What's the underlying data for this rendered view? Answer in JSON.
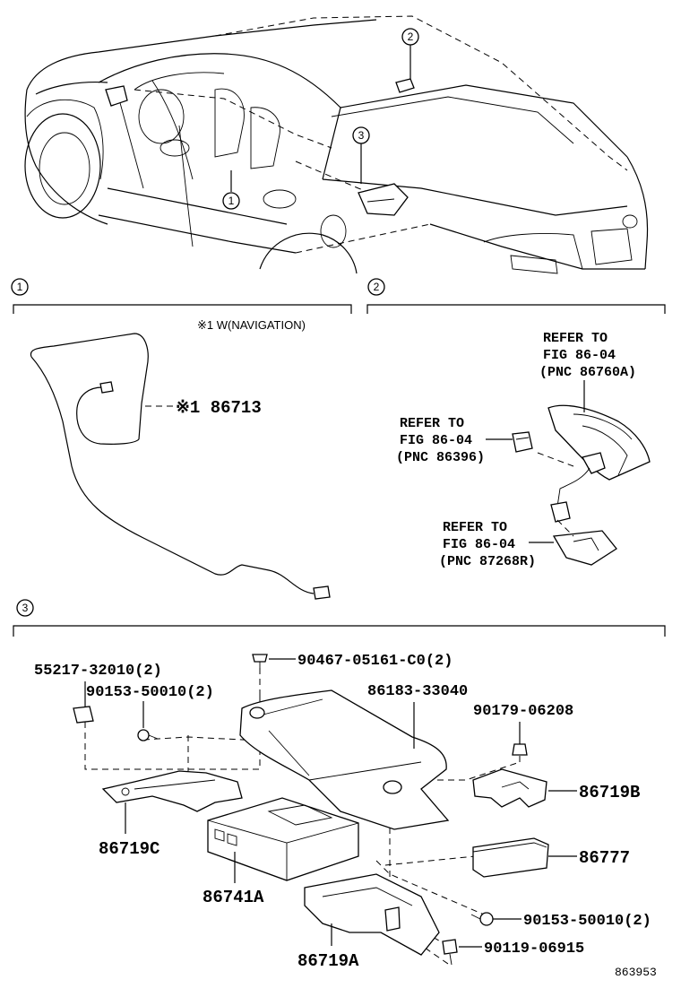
{
  "overview": {
    "callouts": [
      {
        "id": "circle-2",
        "text": "2"
      },
      {
        "id": "circle-3",
        "text": "3"
      },
      {
        "id": "circle-1",
        "text": "1"
      }
    ]
  },
  "sections": [
    {
      "id": "section-1",
      "number": "1"
    },
    {
      "id": "section-2",
      "number": "2"
    },
    {
      "id": "section-3",
      "number": "3"
    }
  ],
  "section1": {
    "note": "※1  W(NAVIGATION)",
    "part": "※1 86713"
  },
  "section2": {
    "refs": [
      {
        "line1": "REFER TO",
        "line2": "FIG 86-04",
        "line3": "(PNC 86760A)"
      },
      {
        "line1": "REFER TO",
        "line2": "FIG 86-04",
        "line3": "(PNC 86396)"
      },
      {
        "line1": "REFER TO",
        "line2": "FIG 86-04",
        "line3": "(PNC 87268R)"
      }
    ]
  },
  "section3": {
    "parts": {
      "p55217": "55217-32010(2)",
      "p90153a": "90153-50010(2)",
      "p90467": "90467-05161-C0(2)",
      "p86183": "86183-33040",
      "p90179": "90179-06208",
      "p86719B": "86719B",
      "p86719C": "86719C",
      "p86741A": "86741A",
      "p86777": "86777",
      "p90153b": "90153-50010(2)",
      "p90119": "90119-06915",
      "p86719A": "86719A"
    }
  },
  "figure_id": "863953"
}
